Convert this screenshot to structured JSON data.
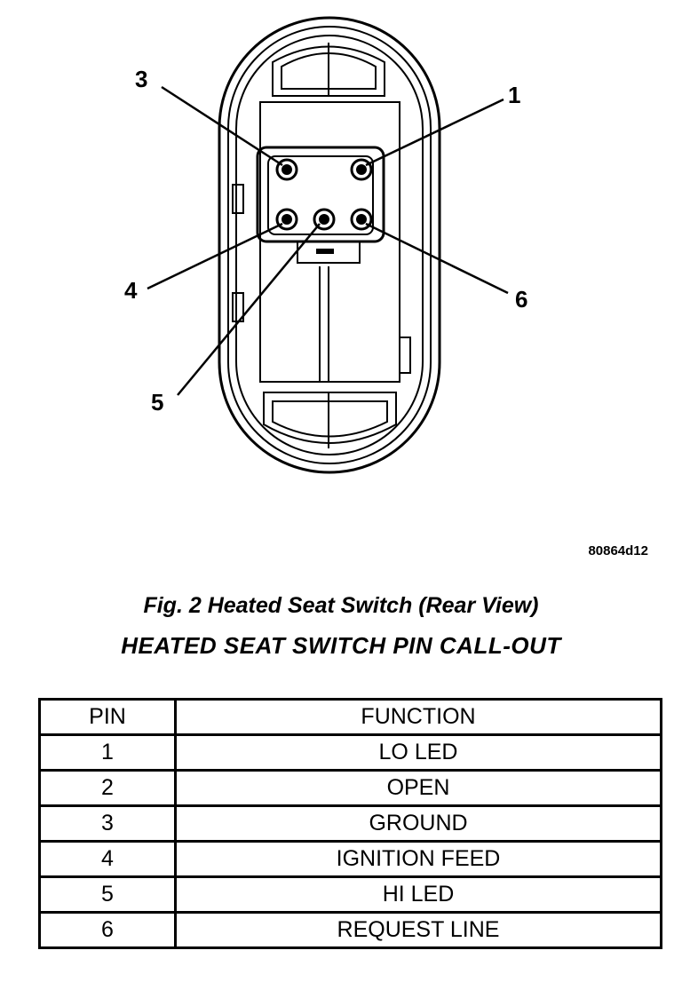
{
  "diagram": {
    "pin_labels": [
      "3",
      "1",
      "4",
      "6",
      "5"
    ],
    "figure_id": "80864d12",
    "caption": "Fig. 2 Heated Seat Switch (Rear View)"
  },
  "table": {
    "title": "HEATED SEAT SWITCH PIN CALL-OUT",
    "headers": {
      "pin": "PIN",
      "function": "FUNCTION"
    },
    "rows": [
      {
        "pin": "1",
        "function": "LO LED"
      },
      {
        "pin": "2",
        "function": "OPEN"
      },
      {
        "pin": "3",
        "function": "GROUND"
      },
      {
        "pin": "4",
        "function": "IGNITION FEED"
      },
      {
        "pin": "5",
        "function": "HI LED"
      },
      {
        "pin": "6",
        "function": "REQUEST LINE"
      }
    ]
  }
}
